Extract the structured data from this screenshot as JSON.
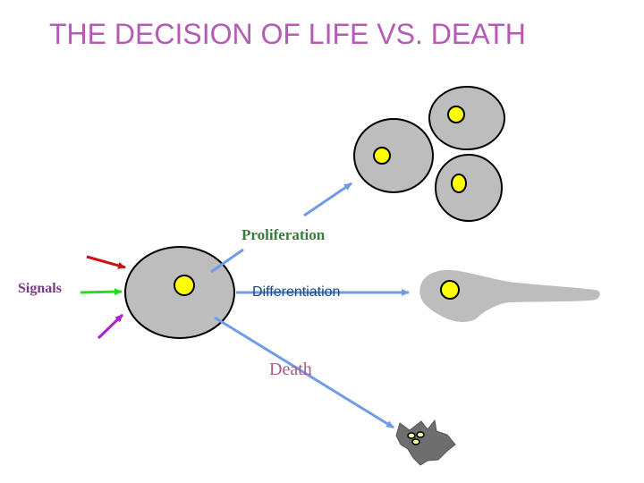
{
  "title": "THE DECISION OF LIFE VS. DEATH",
  "labels": {
    "proliferation": "Proliferation",
    "signals": "Signals",
    "differentiation": "Differentiation",
    "death": "Death"
  },
  "colors": {
    "title": "#b65ab6",
    "cell_fill": "#bdbdbd",
    "nucleus": "#ffff00",
    "path_arrow": "#6f9be8",
    "signal_red": "#cc1111",
    "signal_green": "#22dd22",
    "signal_purple": "#aa22cc"
  }
}
